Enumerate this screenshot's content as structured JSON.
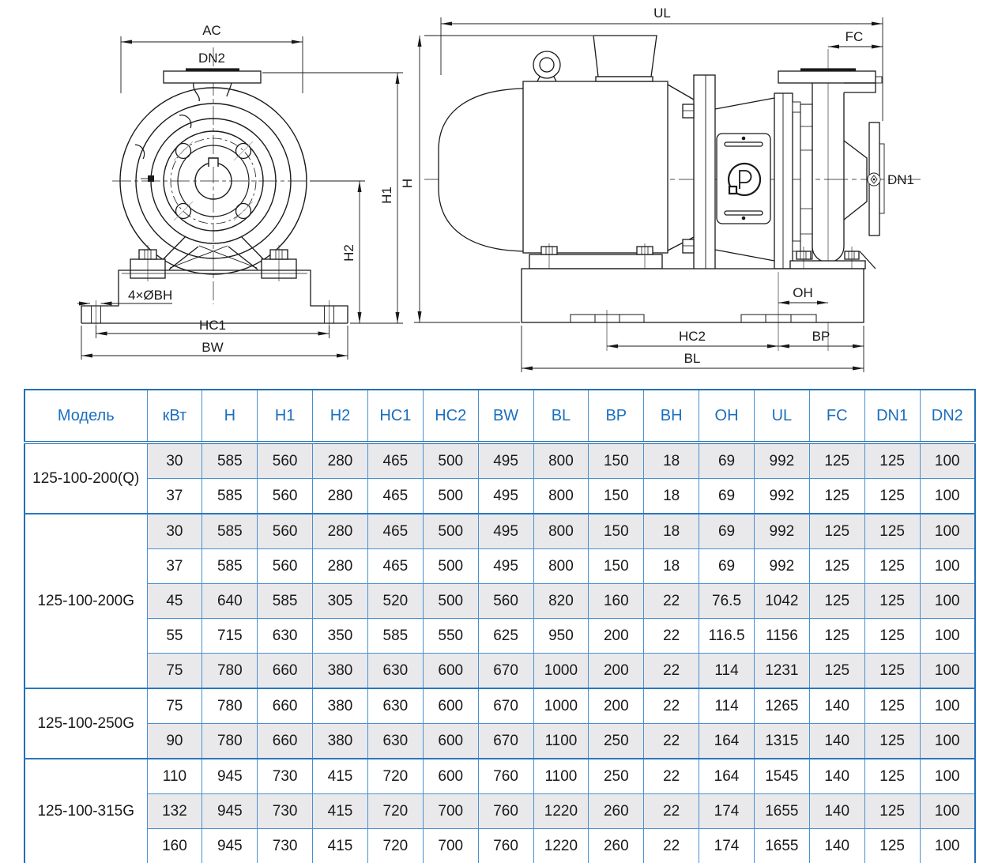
{
  "drawings": {
    "front_view": {
      "dims": {
        "ac": "AC",
        "dn2": "DN2",
        "h1": "H1",
        "h2": "H2",
        "bh_note": "4×ØBH",
        "hc1": "HC1",
        "bw": "BW"
      }
    },
    "side_view": {
      "dims": {
        "ul": "UL",
        "fc": "FC",
        "h": "H",
        "dn1": "DN1",
        "oh": "OH",
        "hc2": "HC2",
        "bp": "BP",
        "bl": "BL"
      }
    },
    "line_color": "#1a1a1a"
  },
  "table": {
    "header": [
      "Модель",
      "кВт",
      "H",
      "H1",
      "H2",
      "HC1",
      "HC2",
      "BW",
      "BL",
      "BP",
      "BH",
      "OH",
      "UL",
      "FC",
      "DN1",
      "DN2"
    ],
    "groups": [
      {
        "model": "125-100-200(Q)",
        "rows": [
          [
            "30",
            "585",
            "560",
            "280",
            "465",
            "500",
            "495",
            "800",
            "150",
            "18",
            "69",
            "992",
            "125",
            "125",
            "100"
          ],
          [
            "37",
            "585",
            "560",
            "280",
            "465",
            "500",
            "495",
            "800",
            "150",
            "18",
            "69",
            "992",
            "125",
            "125",
            "100"
          ]
        ]
      },
      {
        "model": "125-100-200G",
        "rows": [
          [
            "30",
            "585",
            "560",
            "280",
            "465",
            "500",
            "495",
            "800",
            "150",
            "18",
            "69",
            "992",
            "125",
            "125",
            "100"
          ],
          [
            "37",
            "585",
            "560",
            "280",
            "465",
            "500",
            "495",
            "800",
            "150",
            "18",
            "69",
            "992",
            "125",
            "125",
            "100"
          ],
          [
            "45",
            "640",
            "585",
            "305",
            "520",
            "500",
            "560",
            "820",
            "160",
            "22",
            "76.5",
            "1042",
            "125",
            "125",
            "100"
          ],
          [
            "55",
            "715",
            "630",
            "350",
            "585",
            "550",
            "625",
            "950",
            "200",
            "22",
            "116.5",
            "1156",
            "125",
            "125",
            "100"
          ],
          [
            "75",
            "780",
            "660",
            "380",
            "630",
            "600",
            "670",
            "1000",
            "200",
            "22",
            "114",
            "1231",
            "125",
            "125",
            "100"
          ]
        ]
      },
      {
        "model": "125-100-250G",
        "rows": [
          [
            "75",
            "780",
            "660",
            "380",
            "630",
            "600",
            "670",
            "1000",
            "200",
            "22",
            "114",
            "1265",
            "140",
            "125",
            "100"
          ],
          [
            "90",
            "780",
            "660",
            "380",
            "630",
            "600",
            "670",
            "1100",
            "250",
            "22",
            "164",
            "1315",
            "140",
            "125",
            "100"
          ]
        ]
      },
      {
        "model": "125-100-315G",
        "rows": [
          [
            "110",
            "945",
            "730",
            "415",
            "720",
            "600",
            "760",
            "1100",
            "250",
            "22",
            "164",
            "1545",
            "140",
            "125",
            "100"
          ],
          [
            "132",
            "945",
            "730",
            "415",
            "720",
            "700",
            "760",
            "1220",
            "260",
            "22",
            "174",
            "1655",
            "140",
            "125",
            "100"
          ],
          [
            "160",
            "945",
            "730",
            "415",
            "720",
            "700",
            "760",
            "1220",
            "260",
            "22",
            "174",
            "1655",
            "140",
            "125",
            "100"
          ]
        ]
      }
    ],
    "colors": {
      "header_text": "#1b6fbe",
      "border": "#4a8fd0",
      "border_strong": "#2270b5",
      "row_shade": "#e9e9ec",
      "cell_text": "#1a1a1a"
    }
  }
}
